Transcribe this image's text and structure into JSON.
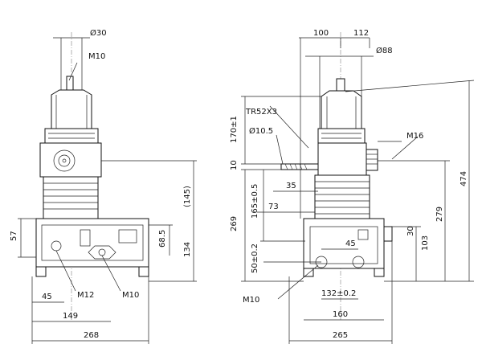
{
  "left_view": {
    "dims": {
      "d30": "Ø30",
      "m10_top": "M10",
      "d145": "(145)",
      "d57": "57",
      "d68_5": "68.5",
      "d134": "134",
      "m12": "M12",
      "m10_bottom": "M10",
      "d45": "45",
      "d149": "149",
      "d268": "268"
    }
  },
  "right_view": {
    "dims": {
      "d100": "100",
      "d112": "112",
      "d88": "Ø88",
      "tr52": "TR52X3",
      "d170": "170±1",
      "d10_5": "Ø10.5",
      "m16": "M16",
      "d10": "10",
      "d35": "35",
      "d165": "165±0.5",
      "d73": "73",
      "d269": "269",
      "d474": "474",
      "d279": "279",
      "d30": "30",
      "d103": "103",
      "d45": "45",
      "d50": "50±0.2",
      "m10": "M10",
      "d132": "132±0.2",
      "d160": "160",
      "d265": "265"
    }
  }
}
